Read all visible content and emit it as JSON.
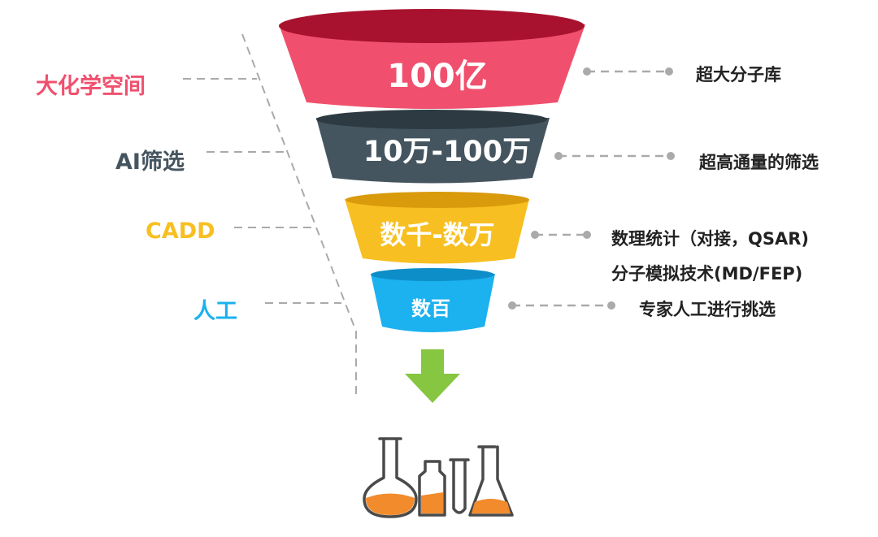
{
  "funnel": {
    "tiers": [
      {
        "value": "100亿",
        "left_label": "大化学空间",
        "right_lines": [
          "超大分子库"
        ],
        "color": "#f0506e",
        "rim": "#a8122e",
        "left_color": "#f0506e"
      },
      {
        "value": "10万-100万",
        "left_label": "AI筛选",
        "right_lines": [
          "超高通量的筛选"
        ],
        "color": "#455560",
        "rim": "#2d3a42",
        "left_color": "#455560"
      },
      {
        "value": "数千-数万",
        "left_label": "CADD",
        "right_lines": [
          "数理统计（对接，QSAR)",
          "分子模拟技术(MD/FEP)"
        ],
        "color": "#f7bf21",
        "rim": "#d99a0b",
        "left_color": "#f7bf21"
      },
      {
        "value": "数百",
        "left_label": "人工",
        "right_lines": [
          "专家人工进行挑选"
        ],
        "color": "#1cb1ef",
        "rim": "#0e8ec9",
        "left_color": "#1cb1ef"
      }
    ]
  },
  "arrow_color": "#86c640",
  "icons": {
    "lab_glassware": "lab-glassware-icon",
    "liquid_color": "#f28b2b"
  }
}
